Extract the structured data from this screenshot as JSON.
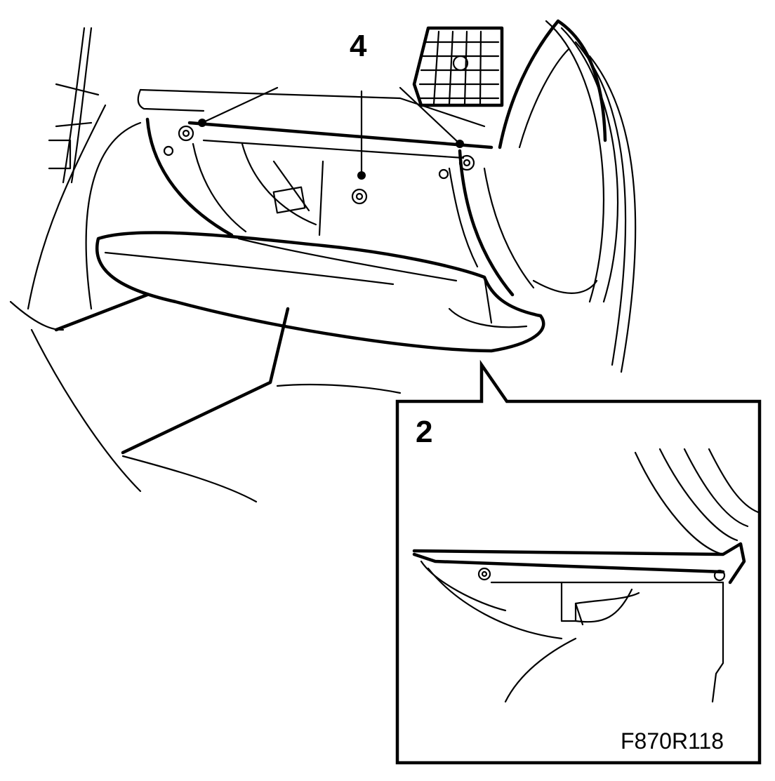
{
  "labels": {
    "callout_top": "4",
    "callout_inset": "2",
    "figure_id": "F870R118"
  },
  "colors": {
    "ink": "#000000",
    "background": "#ffffff"
  }
}
